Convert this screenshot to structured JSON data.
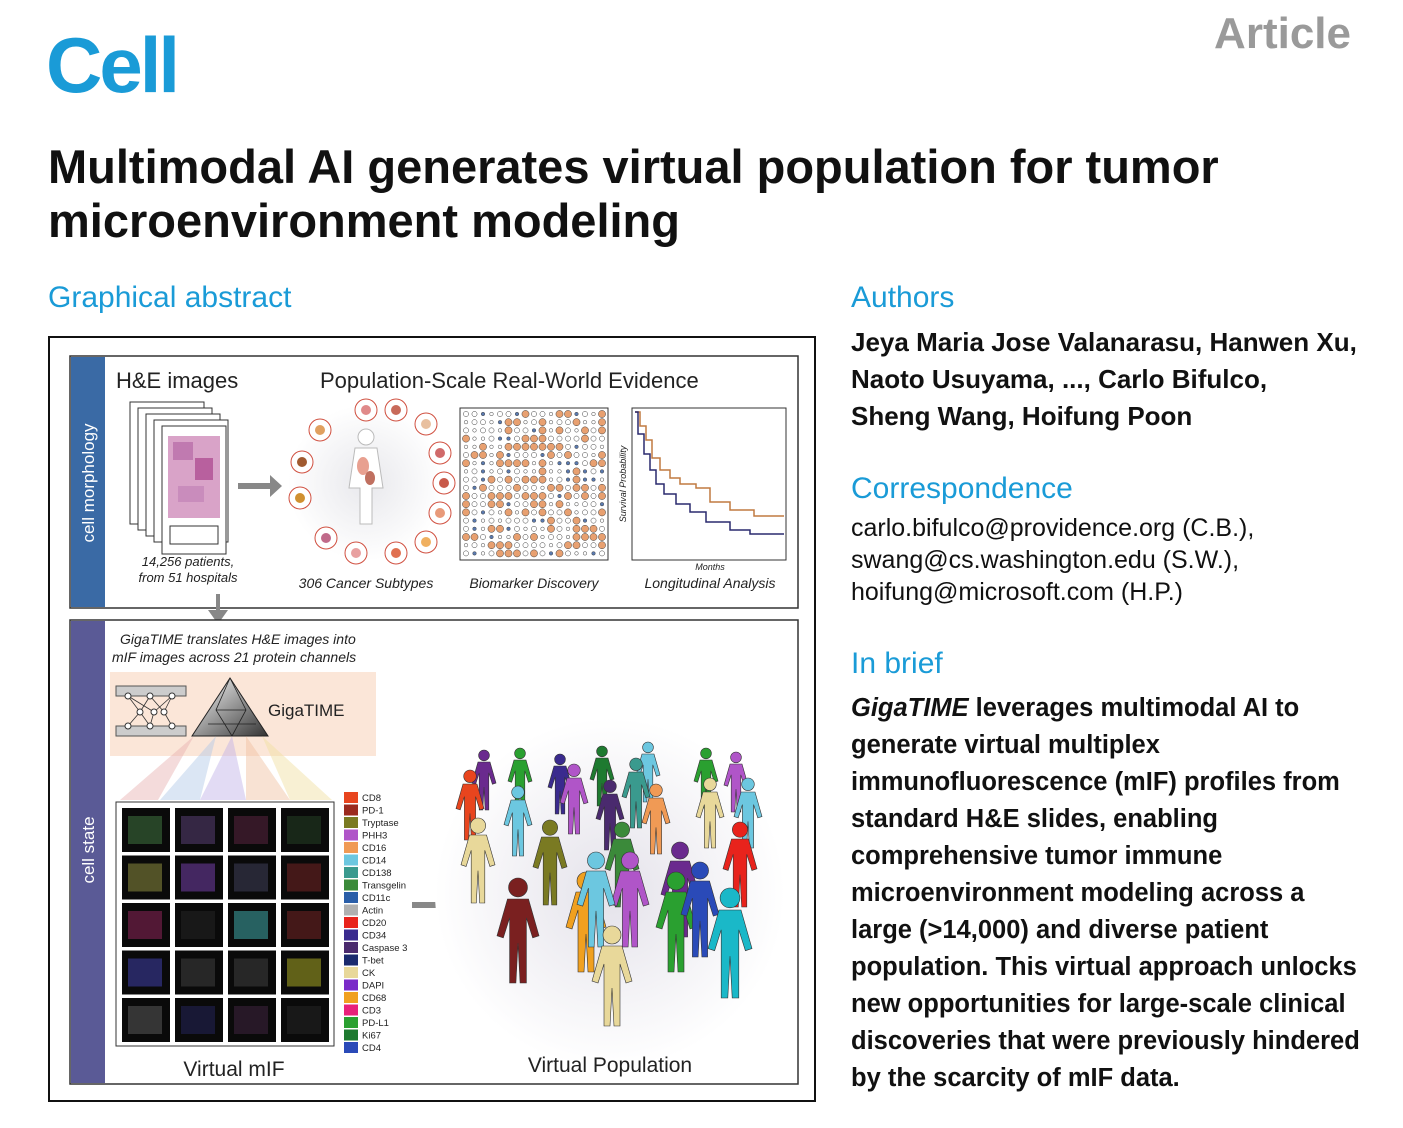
{
  "header": {
    "journal": "Cell",
    "article_type": "Article"
  },
  "title": "Multimodal AI generates virtual population for tumor microenvironment modeling",
  "graphical_abstract": {
    "heading": "Graphical abstract",
    "panel_top": {
      "side_label": "cell morphology",
      "he_title": "H&E images",
      "he_caption_1": "14,256 patients,",
      "he_caption_2": "from 51 hospitals",
      "rwe_title": "Population-Scale Real-World Evidence",
      "subtypes_caption": "306 Cancer Subtypes",
      "biomarker_caption": "Biomarker Discovery",
      "survival_ylabel": "Survival Probability",
      "survival_xlabel": "Months",
      "longitudinal_caption": "Longitudinal Analysis"
    },
    "panel_bottom": {
      "side_label": "cell state",
      "gigatime_desc_1": "GigaTIME translates H&E images into",
      "gigatime_desc_2": "mIF images across 21 protein channels",
      "model_name": "GigaTIME",
      "virtual_mif_label": "Virtual mIF",
      "virtual_population_label": "Virtual Population",
      "channels": [
        {
          "name": "CD8",
          "color": "#e8451e"
        },
        {
          "name": "PD-1",
          "color": "#9b2a1e"
        },
        {
          "name": "Tryptase",
          "color": "#7a7a22"
        },
        {
          "name": "PHH3",
          "color": "#b055c8"
        },
        {
          "name": "CD16",
          "color": "#f09a55"
        },
        {
          "name": "CD14",
          "color": "#6cc7e0"
        },
        {
          "name": "CD138",
          "color": "#3a9a8e"
        },
        {
          "name": "Transgelin",
          "color": "#3b8a3a"
        },
        {
          "name": "CD11c",
          "color": "#2a5ea8"
        },
        {
          "name": "Actin",
          "color": "#b0b0b0"
        },
        {
          "name": "CD20",
          "color": "#e8231c"
        },
        {
          "name": "CD34",
          "color": "#3a2a8e"
        },
        {
          "name": "Caspase 3",
          "color": "#4a2a6e"
        },
        {
          "name": "T-bet",
          "color": "#1a2a6e"
        },
        {
          "name": "CK",
          "color": "#e8d89a"
        },
        {
          "name": "DAPI",
          "color": "#7a2ac8"
        },
        {
          "name": "CD68",
          "color": "#f0a020"
        },
        {
          "name": "CD3",
          "color": "#e8207a"
        },
        {
          "name": "PD-L1",
          "color": "#2aa030"
        },
        {
          "name": "Ki67",
          "color": "#1e7a30"
        },
        {
          "name": "CD4",
          "color": "#2a4ab8"
        }
      ]
    }
  },
  "authors": {
    "heading": "Authors",
    "line1": "Jeya Maria Jose Valanarasu, Hanwen Xu,",
    "line2": "Naoto Usuyama, ..., Carlo Bifulco,",
    "line3": "Sheng Wang, Hoifung Poon"
  },
  "correspondence": {
    "heading": "Correspondence",
    "line1": "carlo.bifulco@providence.org (C.B.),",
    "line2": "swang@cs.washington.edu (S.W.),",
    "line3": "hoifung@microsoft.com (H.P.)"
  },
  "in_brief": {
    "heading": "In brief",
    "lead": "GigaTIME",
    "text": " leverages multimodal AI to generate virtual multiplex immunofluorescence (mIF) profiles from standard H&E slides, enabling comprehensive tumor immune microenvironment modeling across a large (>14,000) and diverse patient population. This virtual approach unlocks new opportunities for large-scale clinical discoveries that were previously hindered by the scarcity of mIF data."
  }
}
